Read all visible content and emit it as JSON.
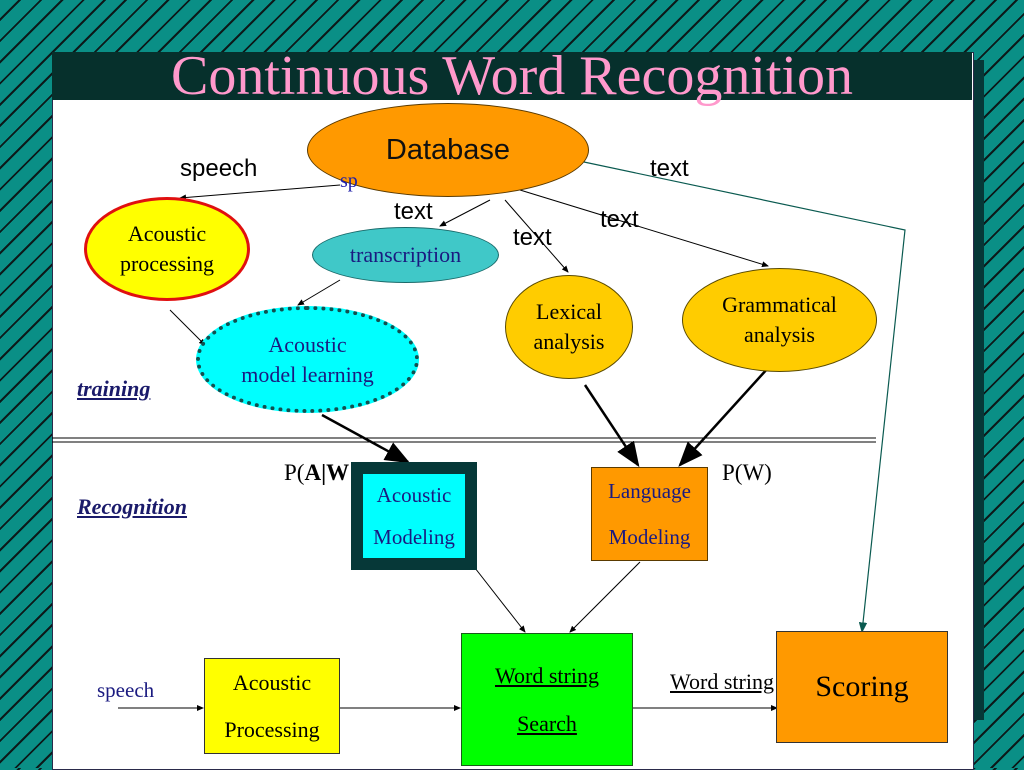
{
  "title": "Continuous Word Recognition",
  "training": {
    "database": "Database",
    "speech_label": "speech",
    "speech_label_hidden": "sp",
    "text_labels": [
      "text",
      "text",
      "text",
      "text"
    ],
    "acoustic_processing": [
      "Acoustic",
      "processing"
    ],
    "transcription": "transcription",
    "acoustic_model_learning": [
      "Acoustic",
      "model learning"
    ],
    "lexical_analysis": [
      "Lexical",
      "analysis"
    ],
    "grammatical_analysis": [
      "Grammatical",
      "analysis"
    ],
    "section_label": "training"
  },
  "recognition": {
    "section_label": "Recognition",
    "p_aw_prefix": "P(",
    "p_aw_bold": "A|W",
    "p_w": "P(W)",
    "acoustic_modeling": [
      "Acoustic",
      "Modeling"
    ],
    "language_modeling": [
      "Language",
      "Modeling"
    ],
    "speech_input": "speech",
    "acoustic_processing": [
      "Acoustic",
      "Processing"
    ],
    "word_string_search": [
      "Word string",
      "Search"
    ],
    "word_string_output": "Word string",
    "scoring": "Scoring"
  },
  "colors": {
    "database": "#ff9900",
    "acoustic_processing_training": "#ffff00",
    "transcription": "#40c8c8",
    "acoustic_model_learning": "#00ffff",
    "lexical": "#ffcc00",
    "grammatical": "#ffcc00",
    "acoustic_modeling": "#00ffff",
    "language_modeling": "#ff9900",
    "acoustic_processing_recognition": "#ffff00",
    "word_string_search": "#00ff00",
    "scoring": "#ff9900",
    "title": "#ff99cc"
  }
}
